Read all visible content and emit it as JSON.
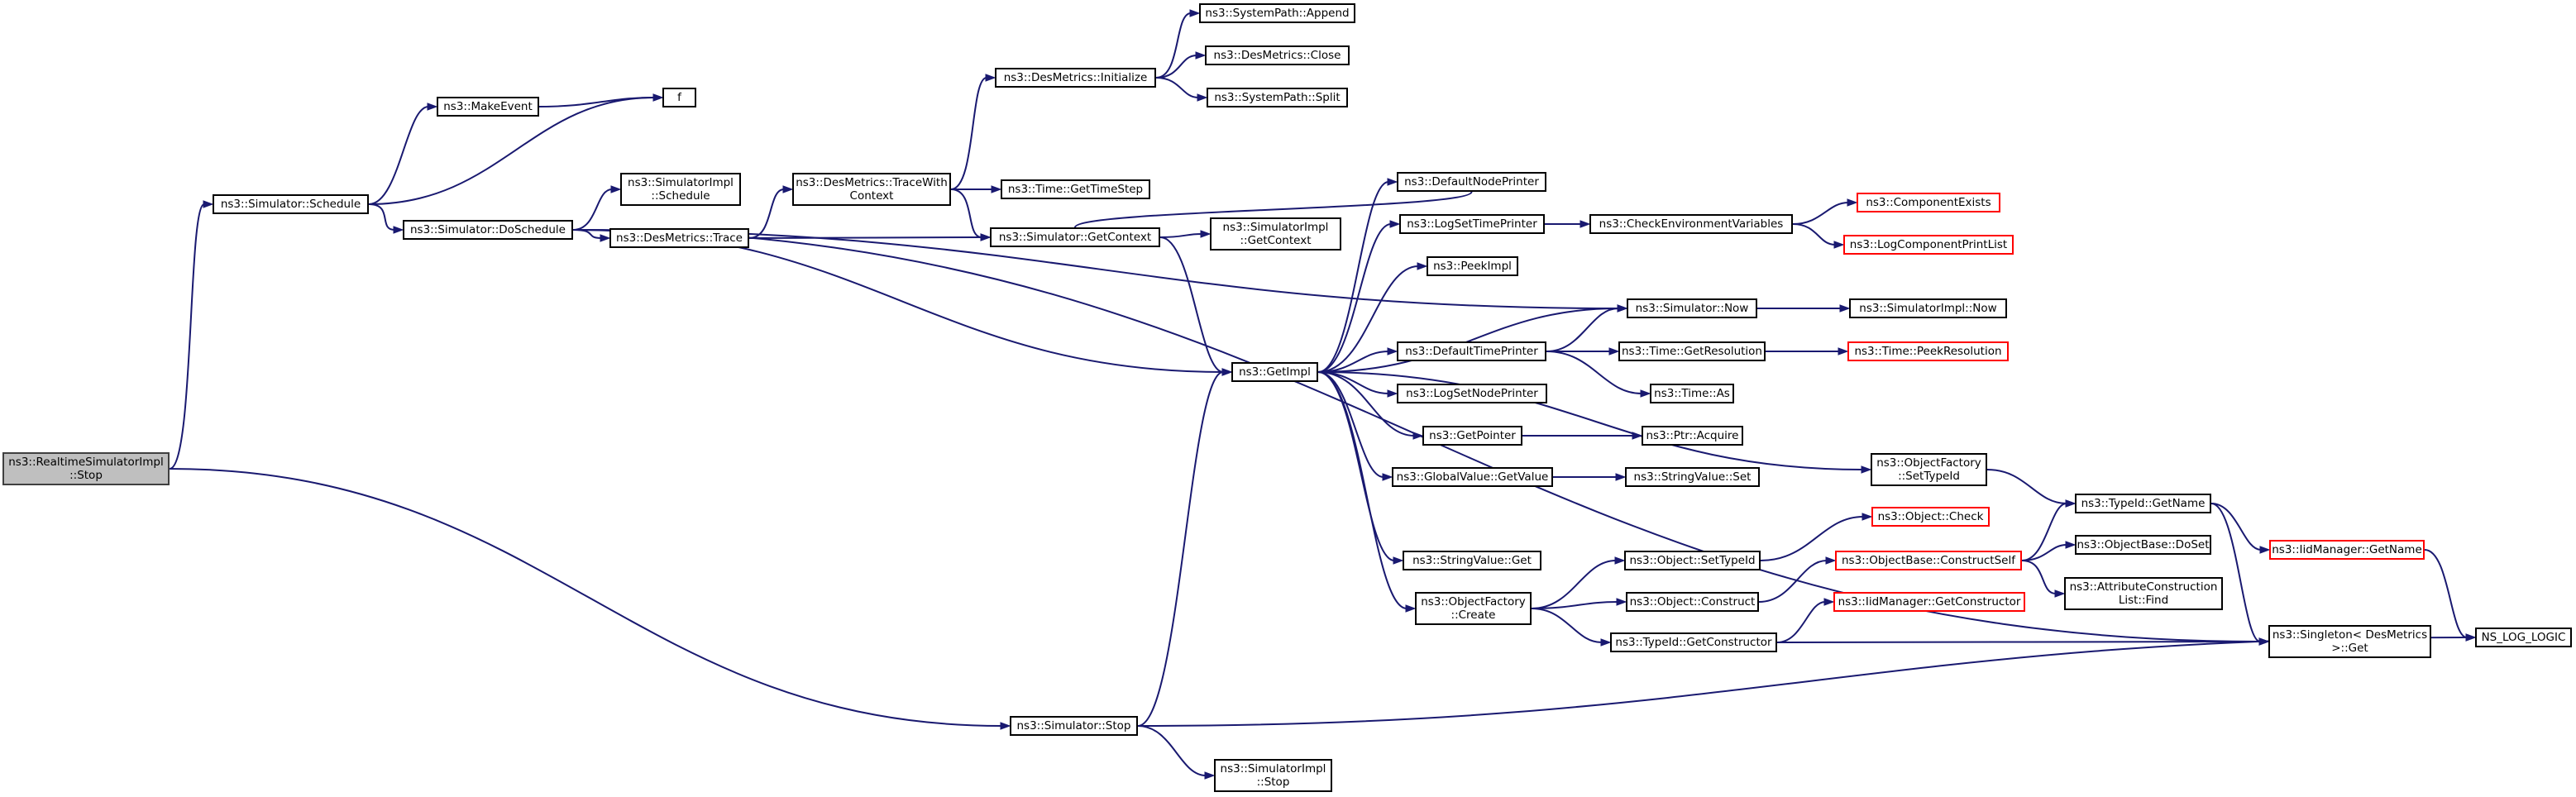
{
  "nodes": [
    {
      "id": "root",
      "label": "ns3::RealtimeSimulatorImpl\n::Stop",
      "style": "root"
    },
    {
      "id": "sim_schedule",
      "label": "ns3::Simulator::Schedule",
      "style": "normal"
    },
    {
      "id": "make_event",
      "label": "ns3::MakeEvent",
      "style": "normal"
    },
    {
      "id": "f",
      "label": "f",
      "style": "normal"
    },
    {
      "id": "do_schedule",
      "label": "ns3::Simulator::DoSchedule",
      "style": "normal"
    },
    {
      "id": "simimpl_schedule",
      "label": "ns3::SimulatorImpl\n::Schedule",
      "style": "normal"
    },
    {
      "id": "desm_trace",
      "label": "ns3::DesMetrics::Trace",
      "style": "normal"
    },
    {
      "id": "desm_tracewith",
      "label": "ns3::DesMetrics::TraceWith\nContext",
      "style": "normal"
    },
    {
      "id": "desm_init",
      "label": "ns3::DesMetrics::Initialize",
      "style": "normal"
    },
    {
      "id": "syspath_append",
      "label": "ns3::SystemPath::Append",
      "style": "normal"
    },
    {
      "id": "desm_close",
      "label": "ns3::DesMetrics::Close",
      "style": "normal"
    },
    {
      "id": "syspath_split",
      "label": "ns3::SystemPath::Split",
      "style": "normal"
    },
    {
      "id": "time_gettimestep",
      "label": "ns3::Time::GetTimeStep",
      "style": "normal"
    },
    {
      "id": "sim_getcontext",
      "label": "ns3::Simulator::GetContext",
      "style": "normal"
    },
    {
      "id": "simimpl_getcontext",
      "label": "ns3::SimulatorImpl\n::GetContext",
      "style": "normal"
    },
    {
      "id": "getimpl",
      "label": "ns3::GetImpl",
      "style": "normal"
    },
    {
      "id": "default_node_printer",
      "label": "ns3::DefaultNodePrinter",
      "style": "normal"
    },
    {
      "id": "log_set_time_printer",
      "label": "ns3::LogSetTimePrinter",
      "style": "normal"
    },
    {
      "id": "check_env_vars",
      "label": "ns3::CheckEnvironmentVariables",
      "style": "normal"
    },
    {
      "id": "component_exists",
      "label": "ns3::ComponentExists",
      "style": "red"
    },
    {
      "id": "log_component_print_list",
      "label": "ns3::LogComponentPrintList",
      "style": "red"
    },
    {
      "id": "peek_impl",
      "label": "ns3::PeekImpl",
      "style": "normal"
    },
    {
      "id": "sim_now",
      "label": "ns3::Simulator::Now",
      "style": "normal"
    },
    {
      "id": "simimpl_now",
      "label": "ns3::SimulatorImpl::Now",
      "style": "normal"
    },
    {
      "id": "default_time_printer",
      "label": "ns3::DefaultTimePrinter",
      "style": "normal"
    },
    {
      "id": "time_getresolution",
      "label": "ns3::Time::GetResolution",
      "style": "normal"
    },
    {
      "id": "time_peekresolution",
      "label": "ns3::Time::PeekResolution",
      "style": "red"
    },
    {
      "id": "time_as",
      "label": "ns3::Time::As",
      "style": "normal"
    },
    {
      "id": "log_set_node_printer",
      "label": "ns3::LogSetNodePrinter",
      "style": "normal"
    },
    {
      "id": "get_pointer",
      "label": "ns3::GetPointer",
      "style": "normal"
    },
    {
      "id": "ptr_acquire",
      "label": "ns3::Ptr::Acquire",
      "style": "normal"
    },
    {
      "id": "globalvalue_getvalue",
      "label": "ns3::GlobalValue::GetValue",
      "style": "normal"
    },
    {
      "id": "stringvalue_set",
      "label": "ns3::StringValue::Set",
      "style": "normal"
    },
    {
      "id": "objfactory_settypeid",
      "label": "ns3::ObjectFactory\n::SetTypeId",
      "style": "normal"
    },
    {
      "id": "typeid_getname",
      "label": "ns3::TypeId::GetName",
      "style": "normal"
    },
    {
      "id": "iidmanager_getname",
      "label": "ns3::IidManager::GetName",
      "style": "red"
    },
    {
      "id": "ns_log_logic",
      "label": "NS_LOG_LOGIC",
      "style": "normal"
    },
    {
      "id": "object_check",
      "label": "ns3::Object::Check",
      "style": "red"
    },
    {
      "id": "stringvalue_get",
      "label": "ns3::StringValue::Get",
      "style": "normal"
    },
    {
      "id": "object_settypeid",
      "label": "ns3::Object::SetTypeId",
      "style": "normal"
    },
    {
      "id": "objbase_constructself",
      "label": "ns3::ObjectBase::ConstructSelf",
      "style": "red"
    },
    {
      "id": "objbase_doset",
      "label": "ns3::ObjectBase::DoSet",
      "style": "normal"
    },
    {
      "id": "attr_construction_find",
      "label": "ns3::AttributeConstruction\nList::Find",
      "style": "normal"
    },
    {
      "id": "objfactory_create",
      "label": "ns3::ObjectFactory\n::Create",
      "style": "normal"
    },
    {
      "id": "object_construct",
      "label": "ns3::Object::Construct",
      "style": "normal"
    },
    {
      "id": "iidmanager_getconstructor",
      "label": "ns3::IidManager::GetConstructor",
      "style": "red"
    },
    {
      "id": "typeid_getconstructor",
      "label": "ns3::TypeId::GetConstructor",
      "style": "normal"
    },
    {
      "id": "singleton_get",
      "label": "ns3::Singleton< DesMetrics\n>::Get",
      "style": "normal"
    },
    {
      "id": "sim_stop",
      "label": "ns3::Simulator::Stop",
      "style": "normal"
    },
    {
      "id": "simimpl_stop",
      "label": "ns3::SimulatorImpl\n::Stop",
      "style": "normal"
    }
  ],
  "edges": [
    [
      "root",
      "sim_schedule"
    ],
    [
      "root",
      "sim_stop"
    ],
    [
      "sim_schedule",
      "make_event"
    ],
    [
      "sim_schedule",
      "f"
    ],
    [
      "sim_schedule",
      "do_schedule"
    ],
    [
      "make_event",
      "f"
    ],
    [
      "do_schedule",
      "simimpl_schedule"
    ],
    [
      "do_schedule",
      "desm_trace"
    ],
    [
      "do_schedule",
      "getimpl"
    ],
    [
      "do_schedule",
      "sim_now"
    ],
    [
      "do_schedule",
      "singleton_get"
    ],
    [
      "desm_trace",
      "desm_tracewith"
    ],
    [
      "desm_trace",
      "sim_getcontext"
    ],
    [
      "desm_tracewith",
      "desm_init"
    ],
    [
      "desm_tracewith",
      "time_gettimestep"
    ],
    [
      "desm_tracewith",
      "sim_getcontext"
    ],
    [
      "desm_init",
      "syspath_append"
    ],
    [
      "desm_init",
      "desm_close"
    ],
    [
      "desm_init",
      "syspath_split"
    ],
    [
      "sim_getcontext",
      "simimpl_getcontext"
    ],
    [
      "sim_getcontext",
      "getimpl"
    ],
    [
      "getimpl",
      "default_node_printer"
    ],
    [
      "getimpl",
      "log_set_time_printer"
    ],
    [
      "getimpl",
      "peek_impl"
    ],
    [
      "getimpl",
      "sim_now"
    ],
    [
      "getimpl",
      "default_time_printer"
    ],
    [
      "getimpl",
      "log_set_node_printer"
    ],
    [
      "getimpl",
      "get_pointer"
    ],
    [
      "getimpl",
      "globalvalue_getvalue"
    ],
    [
      "getimpl",
      "objfactory_settypeid"
    ],
    [
      "getimpl",
      "stringvalue_get"
    ],
    [
      "getimpl",
      "objfactory_create"
    ],
    [
      "default_node_printer",
      "sim_getcontext"
    ],
    [
      "log_set_time_printer",
      "check_env_vars"
    ],
    [
      "check_env_vars",
      "component_exists"
    ],
    [
      "check_env_vars",
      "log_component_print_list"
    ],
    [
      "sim_now",
      "simimpl_now"
    ],
    [
      "default_time_printer",
      "sim_now"
    ],
    [
      "default_time_printer",
      "time_getresolution"
    ],
    [
      "default_time_printer",
      "time_as"
    ],
    [
      "time_getresolution",
      "time_peekresolution"
    ],
    [
      "get_pointer",
      "ptr_acquire"
    ],
    [
      "globalvalue_getvalue",
      "stringvalue_set"
    ],
    [
      "objfactory_settypeid",
      "typeid_getname"
    ],
    [
      "typeid_getname",
      "iidmanager_getname"
    ],
    [
      "typeid_getname",
      "singleton_get"
    ],
    [
      "iidmanager_getname",
      "ns_log_logic"
    ],
    [
      "objfactory_create",
      "object_settypeid"
    ],
    [
      "objfactory_create",
      "object_construct"
    ],
    [
      "objfactory_create",
      "typeid_getconstructor"
    ],
    [
      "object_settypeid",
      "object_check"
    ],
    [
      "object_construct",
      "objbase_constructself"
    ],
    [
      "objbase_constructself",
      "typeid_getname"
    ],
    [
      "objbase_constructself",
      "objbase_doset"
    ],
    [
      "objbase_constructself",
      "attr_construction_find"
    ],
    [
      "typeid_getconstructor",
      "iidmanager_getconstructor"
    ],
    [
      "typeid_getconstructor",
      "singleton_get"
    ],
    [
      "sim_stop",
      "getimpl"
    ],
    [
      "sim_stop",
      "simimpl_stop"
    ],
    [
      "sim_stop",
      "ns_log_logic"
    ]
  ]
}
